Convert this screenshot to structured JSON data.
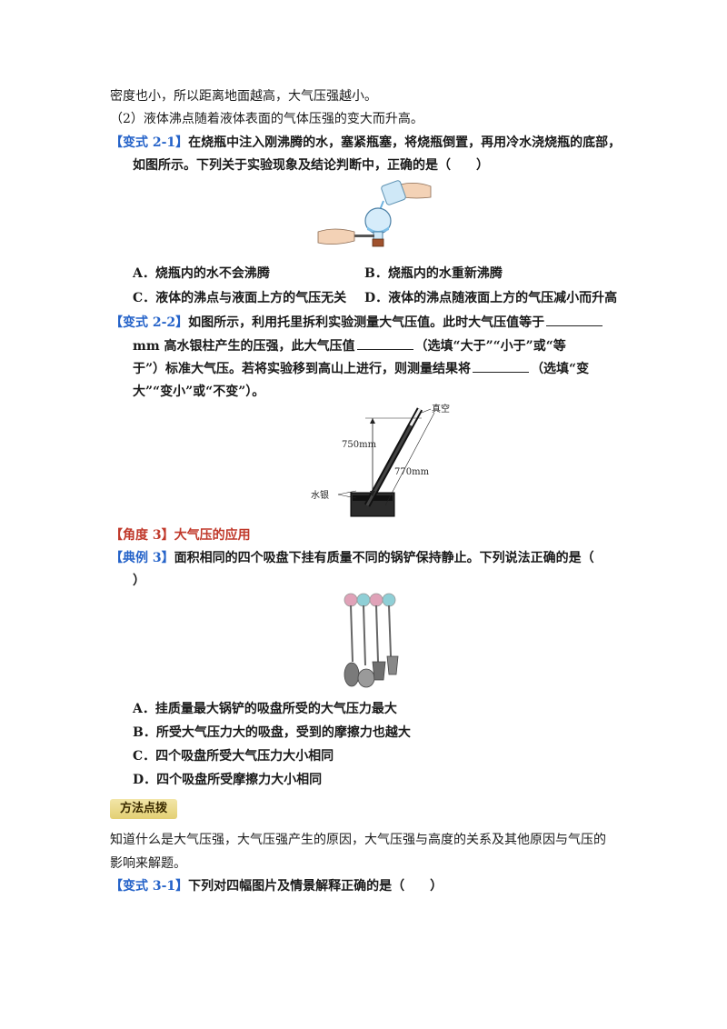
{
  "intro": {
    "line1": "密度也小，所以距离地面越高，大气压强越小。",
    "line2": "（2）液体沸点随着液体表面的气体压强的变大而升高。"
  },
  "q21": {
    "tag": "【变式 2-1】",
    "text1": "在烧瓶中注入刚沸腾的水，塞紧瓶塞，将烧瓶倒置，再用冷水浇烧瓶的底部，",
    "text2": "如图所示。下列关于实验现象及结论判断中，正确的是（　　）",
    "optA": "A．烧瓶内的水不会沸腾",
    "optB": "B．烧瓶内的水重新沸腾",
    "optC": "C．液体的沸点与液面上方的气压无关",
    "optD": "D．液体的沸点随液面上方的气压减小而升高"
  },
  "q22": {
    "tag": "【变式 2-2】",
    "text1": "如图所示，利用托里拆利实验测量大气压值。此时大气压值等于",
    "text2a": "mm 高水银柱产生的压强，此大气压值",
    "text2b": "（选填“大于”“小于”或“等",
    "text3a": "于”）标准大气压。若将实验移到高山上进行，则测量结果将",
    "text3b": "（选填“变",
    "text4": "大”“变小”或“不变”）。",
    "fig_vacuum": "真空",
    "fig_750": "750mm",
    "fig_770": "770mm",
    "fig_mercury": "水银"
  },
  "angle3": {
    "tag": "【角度 3】",
    "title": "大气压的应用"
  },
  "ex3": {
    "tag": "【典例 3】",
    "text1": "面积相同的四个吸盘下挂有质量不同的锅铲保持静止。下列说法正确的是（",
    "text2": "）",
    "optA": "A．挂质量最大锅铲的吸盘所受的大气压力最大",
    "optB": "B．所受大气压力大的吸盘，受到的摩擦力也越大",
    "optC": "C．四个吸盘所受大气压力大小相同",
    "optD": "D．四个吸盘所受摩擦力大小相同"
  },
  "method": {
    "badge": "方法点拨",
    "text1": "知道什么是大气压强，大气压强产生的原因，大气压强与高度的关系及其他原因与气压的",
    "text2": "影响来解题。"
  },
  "q31": {
    "tag": "【变式 3-1】",
    "text": "下列对四幅图片及情景解释正确的是（　　）"
  },
  "colors": {
    "tag_blue": "#2563c9",
    "tag_red": "#c0392b",
    "badge_gold": "#e3cf73"
  }
}
